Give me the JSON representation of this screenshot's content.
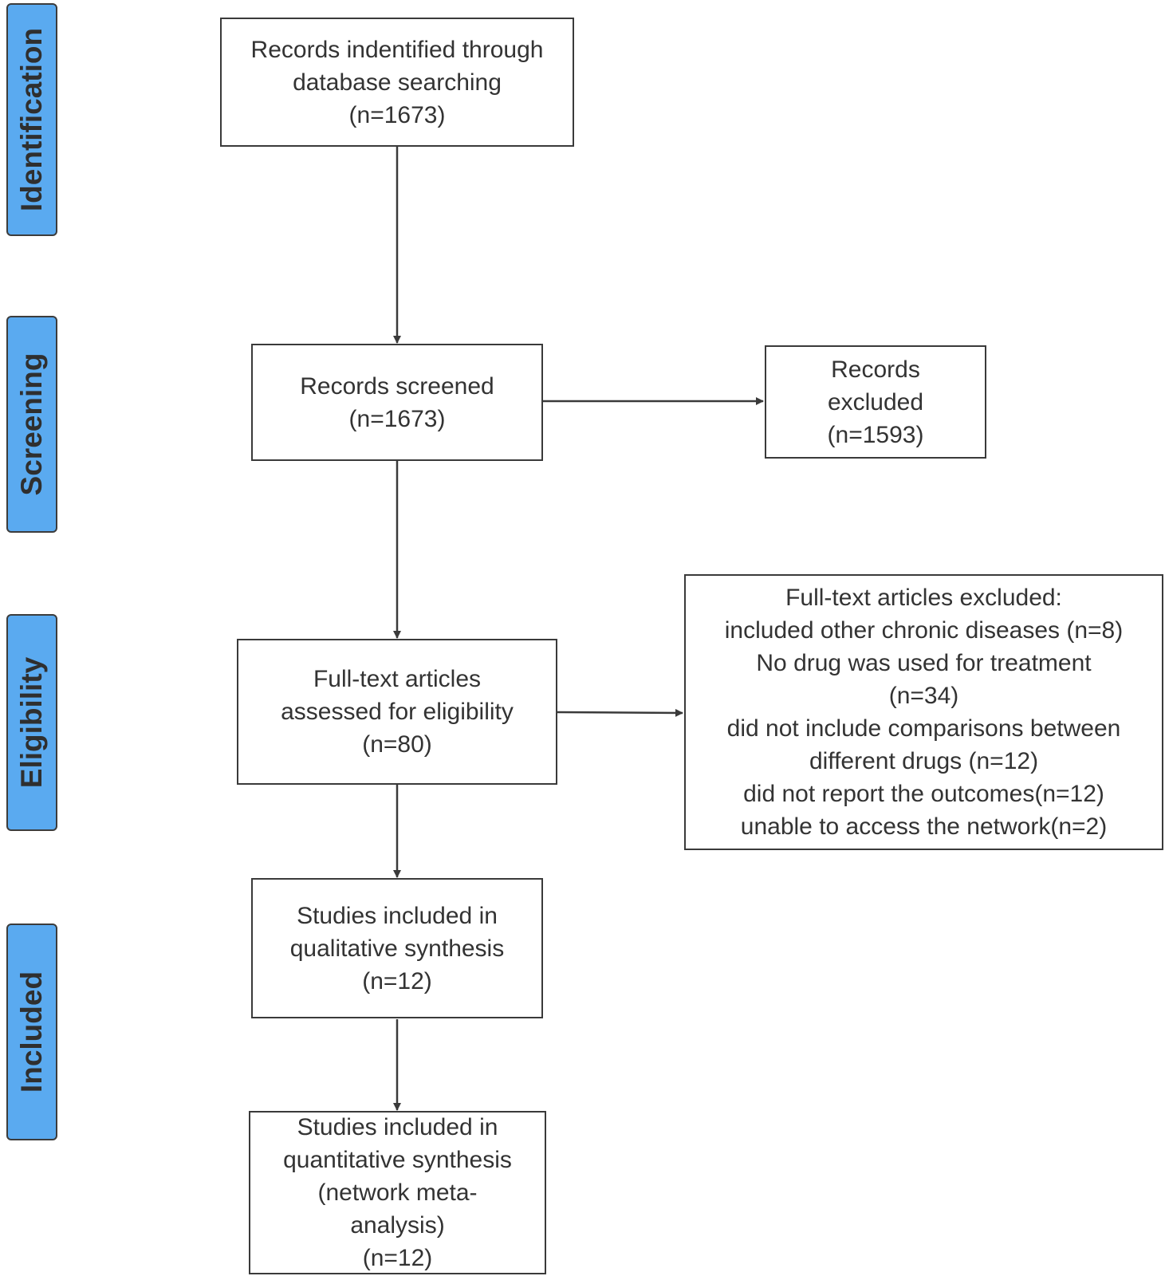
{
  "stages": [
    {
      "id": "identification",
      "label": "Identification"
    },
    {
      "id": "screening",
      "label": "Screening"
    },
    {
      "id": "eligibility",
      "label": "Eligibility"
    },
    {
      "id": "included",
      "label": "Included"
    }
  ],
  "boxes": {
    "identified": {
      "lines": [
        "Records indentified through",
        "database searching",
        "(n=1673)"
      ]
    },
    "screened": {
      "lines": [
        "Records screened",
        "(n=1673)"
      ]
    },
    "excluded": {
      "lines": [
        "Records",
        "excluded",
        "(n=1593)"
      ]
    },
    "fulltext": {
      "lines": [
        "Full-text articles",
        "assessed for eligibility",
        "(n=80)"
      ]
    },
    "fulltext_excluded": {
      "lines": [
        "Full-text articles excluded:",
        "included other chronic diseases (n=8)",
        "No drug was used for treatment",
        "(n=34)",
        "did not include comparisons between",
        "different drugs (n=12)",
        "did not report the outcomes(n=12)",
        "unable to access the network(n=2)"
      ]
    },
    "qualitative": {
      "lines": [
        "Studies included in",
        "qualitative synthesis",
        "(n=12)"
      ]
    },
    "quantitative": {
      "lines": [
        "Studies included in",
        "quantitative synthesis",
        "(network meta-",
        "analysis)",
        "(n=12)"
      ]
    }
  },
  "colors": {
    "stage_fill": "#5aaaf0",
    "border": "#3a3a3a",
    "text": "#333333"
  }
}
